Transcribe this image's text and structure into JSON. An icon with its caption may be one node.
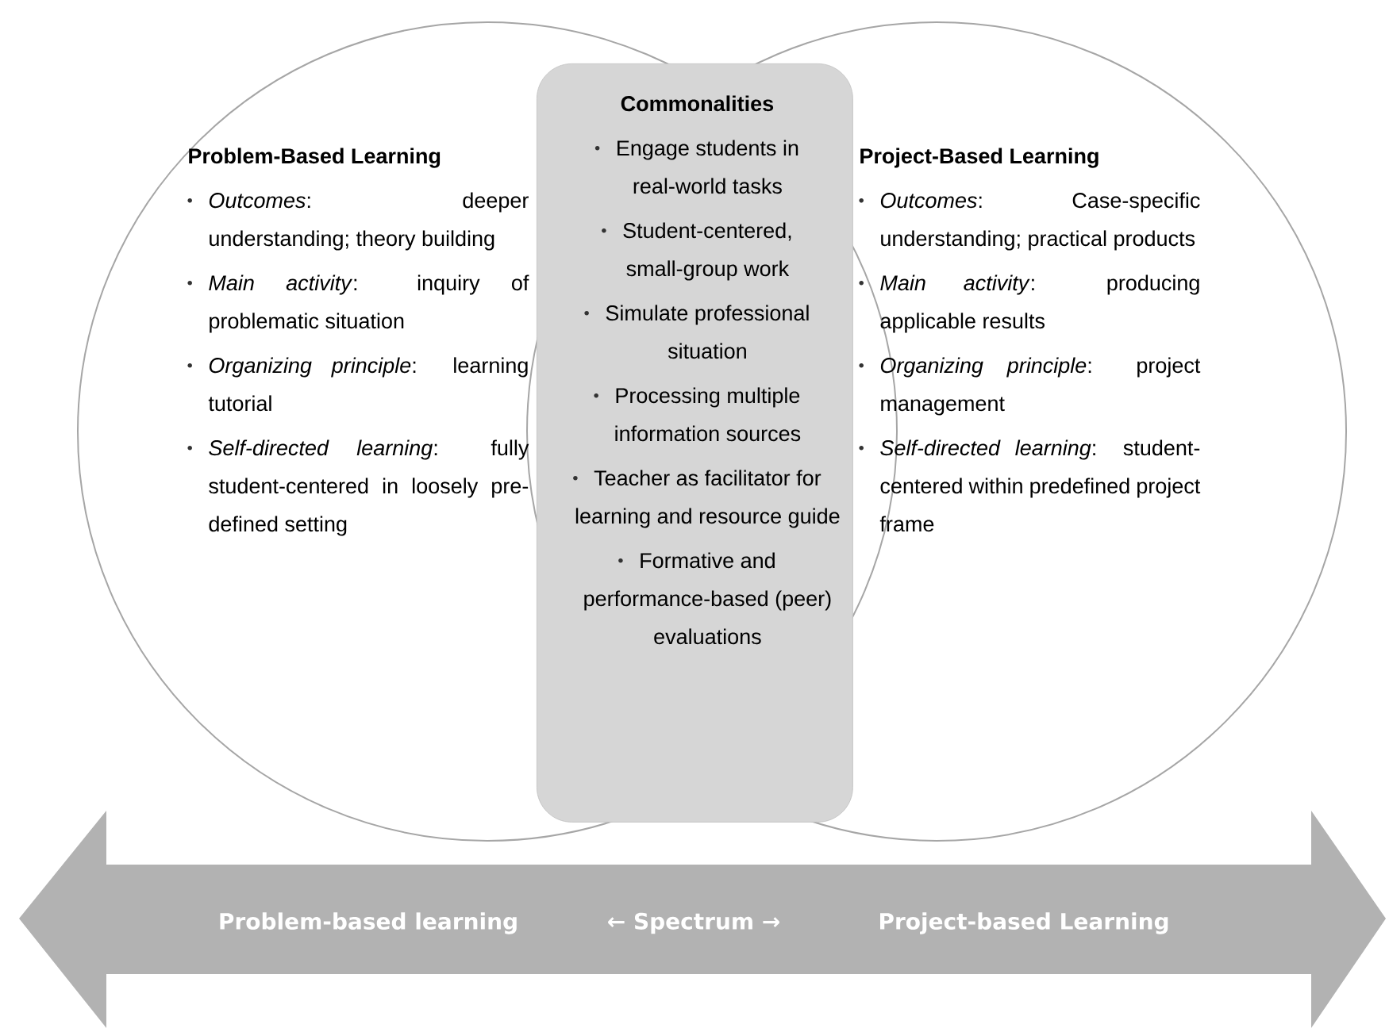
{
  "diagram": {
    "nodes": [
      {
        "text": [
          "Problem-Based Learning",
          "*Outcomes*: deeper understanding; theory building",
          "*Main activity*: inquiry of problematic situation",
          "*Organizing principle*: learning tutorial",
          "*Self-directed learning*: fully student-centered in loosely pre-defined setting"
        ]
      },
      {
        "text": [
          "Project-Based Learning",
          "*Outcomes*: Case-specific understanding; practical products",
          "*Main activity*: producing applicable results",
          "*Organizing principle*: project management",
          "*Self-directed learning*: student-centered within predefined project frame"
        ]
      },
      {
        "text": [
          "Commonalities",
          "Engage students in real-world tasks",
          "Student-centered, small-group work",
          "Simulate professional situation",
          "Processing multiple information sources",
          "Teacher as facilitator for learning and resource guide",
          "Formative and performance-based (peer) evaluations"
        ]
      },
      {
        "text": [
          "Problem-based learning",
          "← Spectrum →",
          "Project-based Learning"
        ]
      }
    ]
  }
}
